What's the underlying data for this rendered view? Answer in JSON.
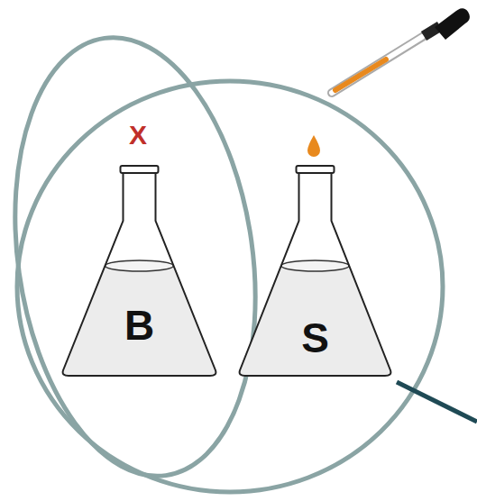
{
  "diagram": {
    "nodes": [
      {
        "text": [
          "B"
        ]
      },
      {
        "text": [
          "S"
        ]
      }
    ],
    "labels": [
      "X"
    ]
  }
}
